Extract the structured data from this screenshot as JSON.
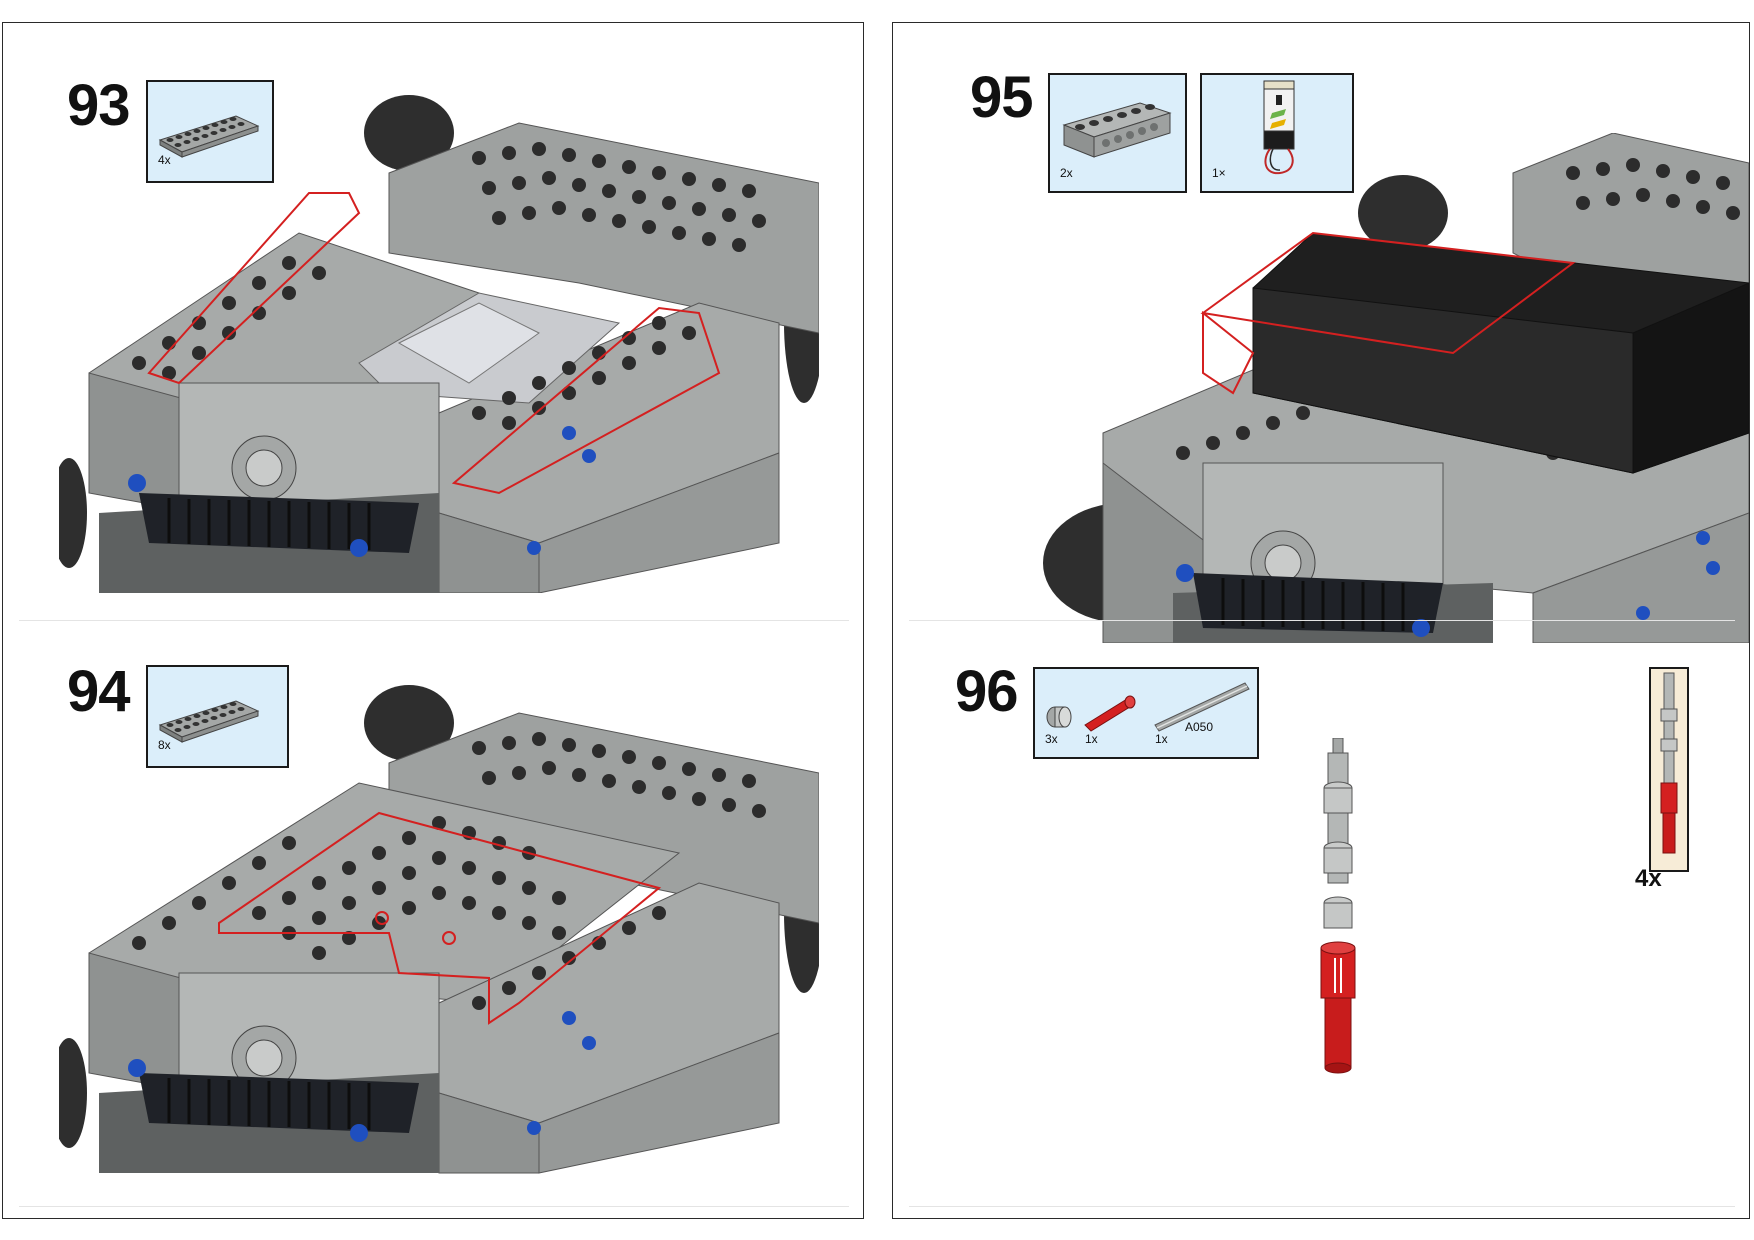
{
  "steps": [
    {
      "number": "93",
      "parts": [
        {
          "icon": "flat-plate-2x8-icon",
          "qty": "4x"
        }
      ]
    },
    {
      "number": "94",
      "parts": [
        {
          "icon": "flat-plate-2x8-icon",
          "qty": "8x"
        }
      ]
    },
    {
      "number": "95",
      "parts": [
        {
          "icon": "technic-brick-1x6-icon",
          "qty": "2x"
        },
        {
          "icon": "battery-box-icon",
          "qty": "1×"
        }
      ]
    },
    {
      "number": "96",
      "parts": [
        {
          "icon": "bush-icon",
          "qty": "3x"
        },
        {
          "icon": "red-long-pin-icon",
          "qty": "1x"
        },
        {
          "icon": "axle-icon",
          "qty": "1x",
          "label": "A050"
        }
      ],
      "subassembly_multiplier": "4x"
    }
  ],
  "colors": {
    "callout_bg": "#dbeefa",
    "sub_callout_bg": "#f7ecd7",
    "highlight_outline": "#d42020",
    "brick_gray": "#9ea1a0",
    "stud_dark": "#2c2c2c",
    "pin_blue": "#1f4fbf",
    "pin_red": "#d42020"
  }
}
